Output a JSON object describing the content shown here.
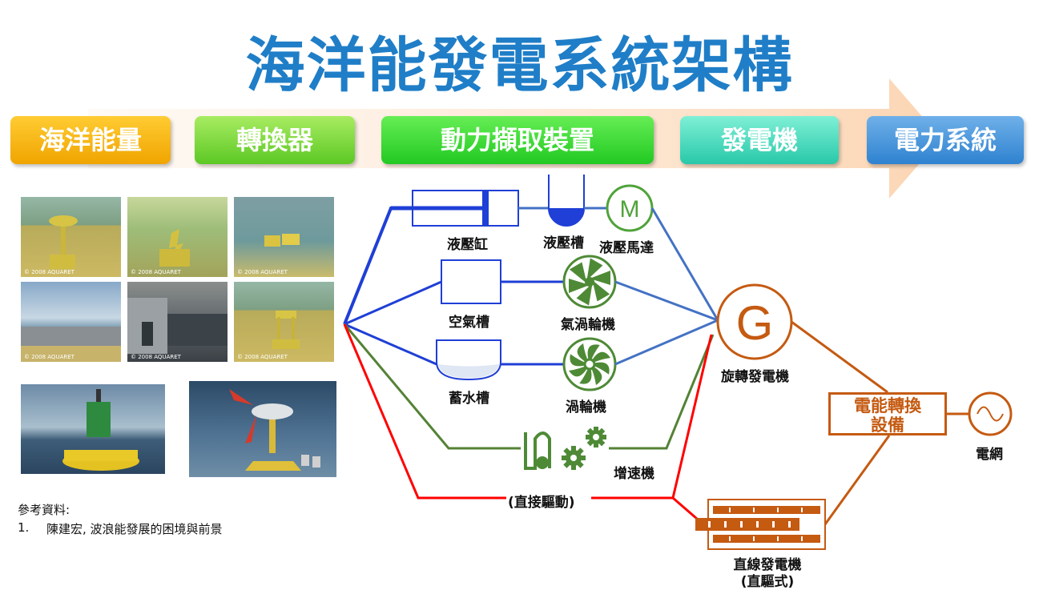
{
  "title": "海洋能發電系統架構",
  "stages": [
    "海洋能量",
    "轉換器",
    "動力擷取裝置",
    "發電機",
    "電力系統"
  ],
  "photos": {
    "watermark": "© 2008 AQUARET"
  },
  "components": {
    "hydraulic_cylinder": "液壓缸",
    "hydraulic_tank": "液壓槽",
    "hydraulic_motor": "液壓馬達",
    "motor_symbol": "M",
    "air_chamber": "空氣槽",
    "air_turbine": "氣渦輪機",
    "water_reservoir": "蓄水槽",
    "water_turbine": "渦輪機",
    "gearbox": "增速機",
    "direct_drive": "(直接驅動)",
    "rotary_generator": "旋轉發電機",
    "generator_symbol": "G",
    "linear_generator_line1": "直線發電機",
    "linear_generator_line2": "(直驅式)",
    "power_converter_line1": "電能轉換",
    "power_converter_line2": "設備",
    "grid": "電網"
  },
  "reference": {
    "heading": "參考資料:",
    "item_number": "1.",
    "item_text": "陳建宏, 波浪能發展的困境與前景"
  },
  "colors": {
    "title": "#1f7ec7",
    "hydraulic_path": "#1f3fd6",
    "blue_path": "#4472c4",
    "green_path": "#548235",
    "red_path": "#ff0000",
    "orange_path": "#c55a11"
  }
}
